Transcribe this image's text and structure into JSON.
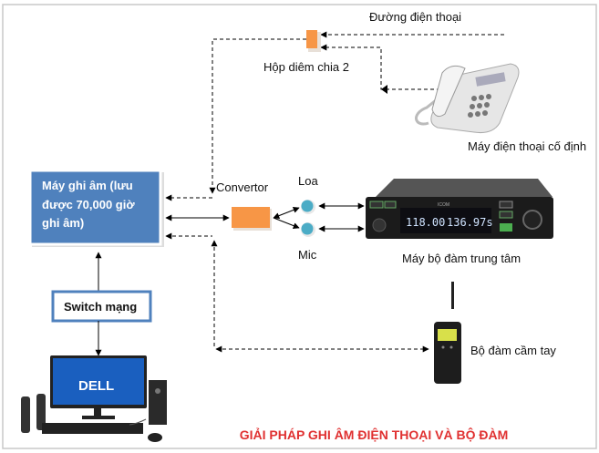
{
  "labels": {
    "phone_line": "Đường điện thoại",
    "splitter": "Hộp diêm chia 2",
    "desk_phone": "Máy điện thoại cố định",
    "convertor": "Convertor",
    "speaker": "Loa",
    "mic": "Mic",
    "base_radio": "Máy bộ đàm trung tâm",
    "handheld_radio": "Bộ đàm cầm tay",
    "switch": "Switch mạng",
    "recorder_line1": "Máy ghi âm (lưu",
    "recorder_line2": "được 70,000 giờ",
    "recorder_line3": "ghi âm)",
    "title": "GIẢI PHÁP GHI ÂM ĐIỆN THOẠI VÀ BỘ ĐÀM"
  },
  "devices": {
    "radio_freq_active": "118.00",
    "radio_freq_standby": "136.97s",
    "radio_brand": "ICOM",
    "computer_brand": "DELL"
  },
  "colors": {
    "recorder_fill": "#4f81bd",
    "switch_border": "#4f81bd",
    "convertor_fill": "#f79646",
    "title": "#e03131"
  }
}
